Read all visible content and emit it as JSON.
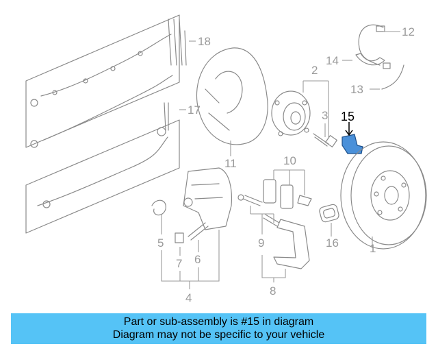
{
  "diagram": {
    "highlighted_part": "15",
    "highlight_color": "#4a90d9",
    "callouts": [
      "1",
      "2",
      "3",
      "4",
      "5",
      "6",
      "7",
      "8",
      "9",
      "10",
      "11",
      "12",
      "13",
      "14",
      "15",
      "16",
      "17",
      "18"
    ]
  },
  "banner": {
    "line1": "Part or sub-assembly is #15 in diagram",
    "line2": "Diagram may not be specific to your vehicle",
    "background": "#55c3f6"
  }
}
